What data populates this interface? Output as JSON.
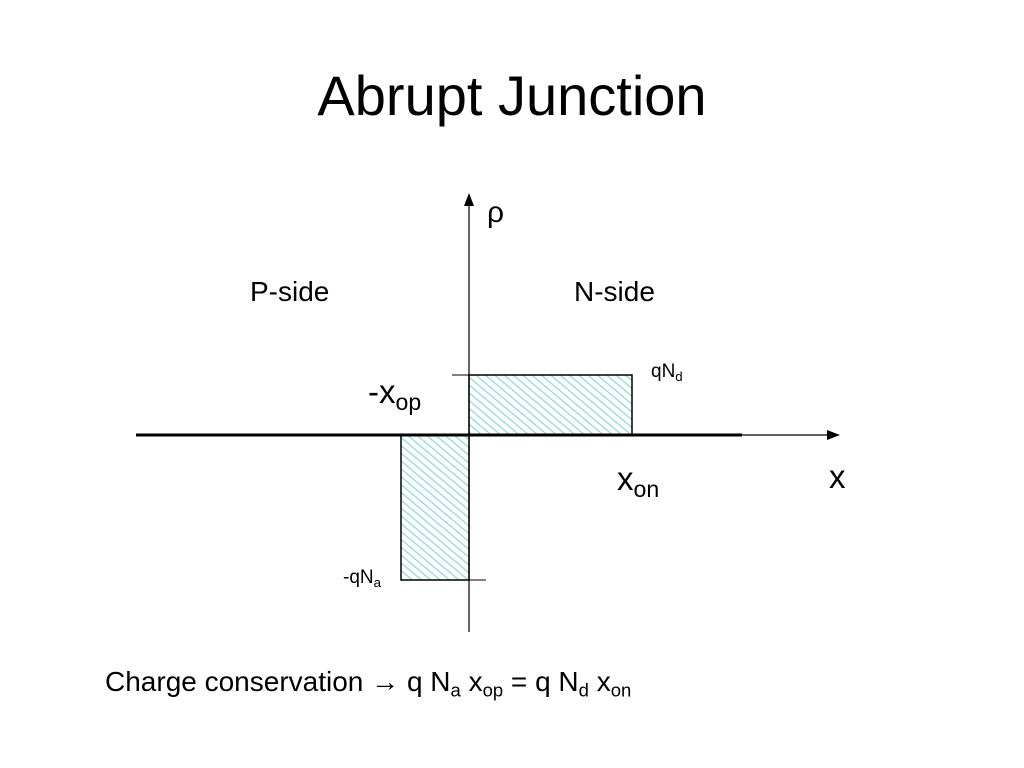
{
  "slide": {
    "title": "Abrupt Junction"
  },
  "diagram": {
    "y_axis_label": "ρ",
    "x_axis_label": "x",
    "p_side_label": "P-side",
    "n_side_label": "N-side",
    "donor_charge_label": {
      "base": "qN",
      "sub": "d"
    },
    "acceptor_charge_label": {
      "base": "-qN",
      "sub": "a"
    },
    "p_edge_label": {
      "base": "-x",
      "sub": "op"
    },
    "n_edge_label": {
      "base": "x",
      "sub": "on"
    },
    "colors": {
      "hatch": "#8fd3d6",
      "axis": "#000000"
    }
  },
  "caption": {
    "lead": "Charge conservation",
    "arrow": "→",
    "q1": "q",
    "Na_base": "N",
    "Na_sub": "a",
    "xop_base": "x",
    "xop_sub": "op",
    "equals": "=",
    "q2": "q",
    "Nd_base": "N",
    "Nd_sub": "d",
    "xon_base": "x",
    "xon_sub": "on"
  }
}
